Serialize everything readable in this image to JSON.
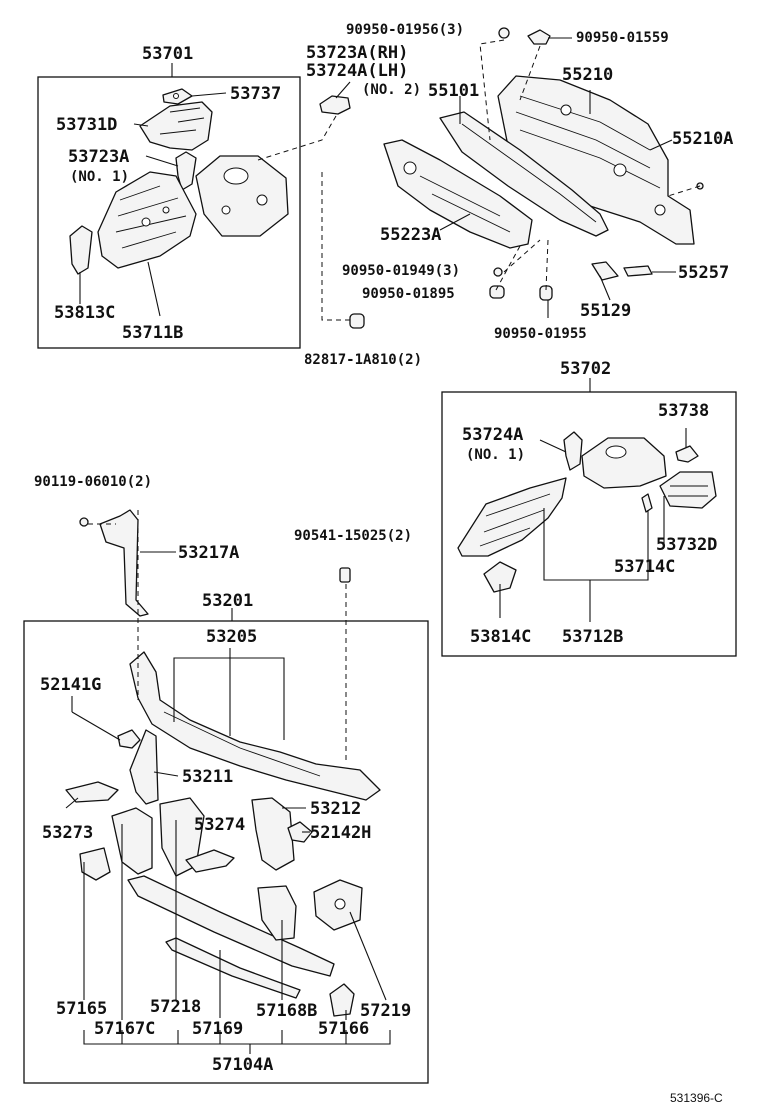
{
  "labels": {
    "p53701": "53701",
    "p53737": "53737",
    "p53731D": "53731D",
    "p53723A": "53723A",
    "p53723A_no1": "(NO. 1)",
    "p53813C": "53813C",
    "p53711B": "53711B",
    "p53723A_rh": "53723A(RH)",
    "p53724A_lh": "53724A(LH)",
    "p_no2": "(NO. 2)",
    "p90950_01956": "90950-01956(3)",
    "p90950_01559": "90950-01559",
    "p55210": "55210",
    "p55101": "55101",
    "p55210A": "55210A",
    "p55223A": "55223A",
    "p90950_01949": "90950-01949(3)",
    "p55257": "55257",
    "p90950_01895": "90950-01895",
    "p55129": "55129",
    "p90950_01955": "90950-01955",
    "p82817": "82817-1A810(2)",
    "p53702": "53702",
    "p53738": "53738",
    "p53724A": "53724A",
    "p53724A_no1": "(NO. 1)",
    "p53732D": "53732D",
    "p53714C": "53714C",
    "p53814C": "53814C",
    "p53712B": "53712B",
    "p90119": "90119-06010(2)",
    "p53217A": "53217A",
    "p90541": "90541-15025(2)",
    "p53201": "53201",
    "p53205": "53205",
    "p52141G": "52141G",
    "p53211": "53211",
    "p53212": "53212",
    "p53273": "53273",
    "p53274": "53274",
    "p52142H": "52142H",
    "p57165": "57165",
    "p57218": "57218",
    "p57168B": "57168B",
    "p57219": "57219",
    "p57167C": "57167C",
    "p57169": "57169",
    "p57166": "57166",
    "p57104A": "57104A",
    "ref_code": "531396-C"
  }
}
